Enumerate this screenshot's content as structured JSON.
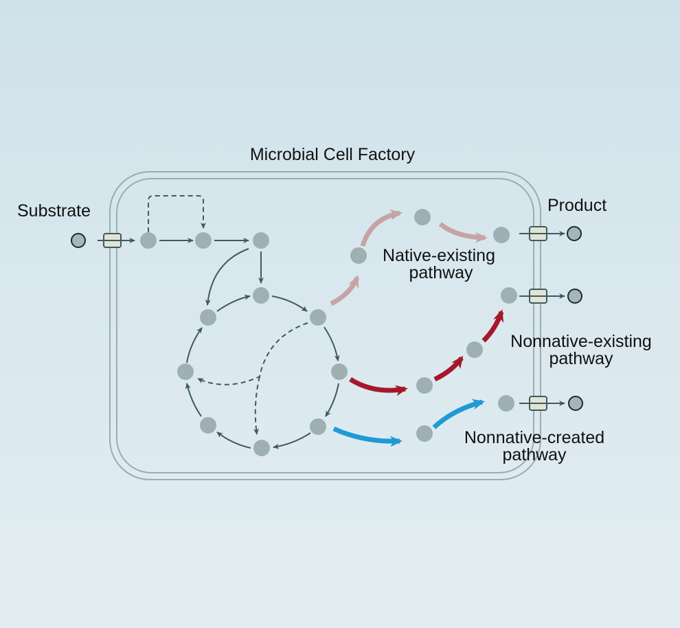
{
  "title": "Microbial Cell Factory",
  "labels": {
    "substrate": "Substrate",
    "product": "Product",
    "native_existing": [
      "Native-existing",
      "pathway"
    ],
    "nonnative_existing": [
      "Nonnative-existing",
      "pathway"
    ],
    "nonnative_created": [
      "Nonnative-created",
      "pathway"
    ]
  },
  "pathways": [
    {
      "id": "native-existing",
      "name": "Native-existing pathway",
      "color": "#c4a5a3"
    },
    {
      "id": "nonnative-existing",
      "name": "Nonnative-existing pathway",
      "color": "#a5182a"
    },
    {
      "id": "nonnative-created",
      "name": "Nonnative-created pathway",
      "color": "#1e9ad6"
    }
  ],
  "colors": {
    "metabolite": "#9fb0b3",
    "flow_arrow": "#3e5a5c",
    "membrane": "#9aadb0",
    "transporter": "#e0e4d6"
  },
  "icons": {
    "transporter": "membrane-transporter-icon",
    "metabolite": "metabolite-node-icon"
  }
}
